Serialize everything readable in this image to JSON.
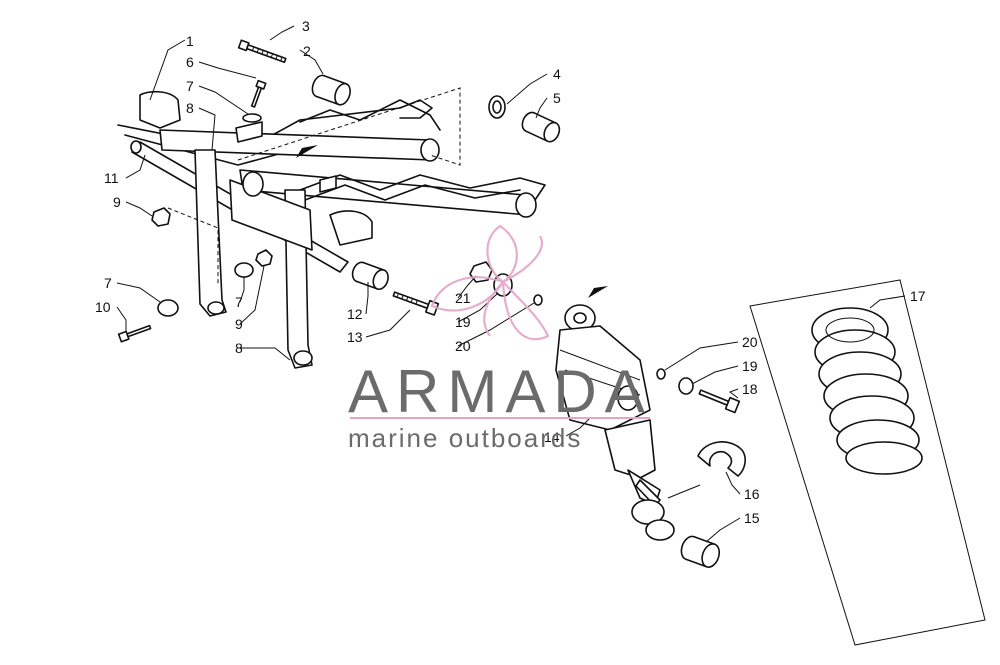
{
  "callouts": [
    {
      "id": "c1",
      "text": "1"
    },
    {
      "id": "c2",
      "text": "2"
    },
    {
      "id": "c3",
      "text": "3"
    },
    {
      "id": "c4",
      "text": "4"
    },
    {
      "id": "c5",
      "text": "5"
    },
    {
      "id": "c6",
      "text": "6"
    },
    {
      "id": "c7a",
      "text": "7"
    },
    {
      "id": "c8a",
      "text": "8"
    },
    {
      "id": "c11",
      "text": "11"
    },
    {
      "id": "c9a",
      "text": "9"
    },
    {
      "id": "c7b",
      "text": "7"
    },
    {
      "id": "c10",
      "text": "10"
    },
    {
      "id": "c7c",
      "text": "7"
    },
    {
      "id": "c9b",
      "text": "9"
    },
    {
      "id": "c8b",
      "text": "8"
    },
    {
      "id": "c12",
      "text": "12"
    },
    {
      "id": "c13",
      "text": "13"
    },
    {
      "id": "c21",
      "text": "21"
    },
    {
      "id": "c19a",
      "text": "19"
    },
    {
      "id": "c20a",
      "text": "20"
    },
    {
      "id": "c14",
      "text": "14"
    },
    {
      "id": "c20b",
      "text": "20"
    },
    {
      "id": "c19b",
      "text": "19"
    },
    {
      "id": "c18",
      "text": "18"
    },
    {
      "id": "c17",
      "text": "17"
    },
    {
      "id": "c16",
      "text": "16"
    },
    {
      "id": "c15",
      "text": "15"
    }
  ],
  "watermark": {
    "brand": "ARMADA",
    "tagline": "marine outboards",
    "brand_color": "#6b6b6b",
    "accent_color": "#e3a6c8"
  }
}
